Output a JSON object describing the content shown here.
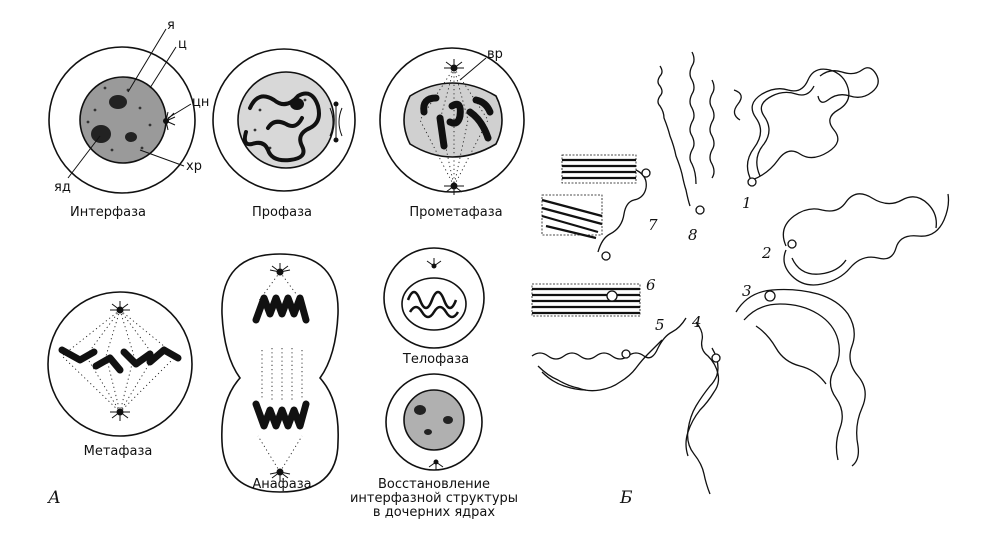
{
  "panels": {
    "A": "А",
    "B": "Б"
  },
  "stages": {
    "interphase": "Интерфаза",
    "prophase": "Профаза",
    "prometaphase": "Прометафаза",
    "metaphase": "Метафаза",
    "anaphase": "Анафаза",
    "telophase": "Телофаза",
    "restoration": [
      "Восстановление",
      "интерфазной структуры",
      "в дочерних ядрах"
    ]
  },
  "annotations": {
    "ya": "я",
    "ts": "ц",
    "tsn": "цн",
    "khr": "хр",
    "yad": "яд",
    "vr": "вр"
  },
  "chromosome_numbers": [
    "1",
    "2",
    "3",
    "4",
    "5",
    "6",
    "7",
    "8"
  ]
}
